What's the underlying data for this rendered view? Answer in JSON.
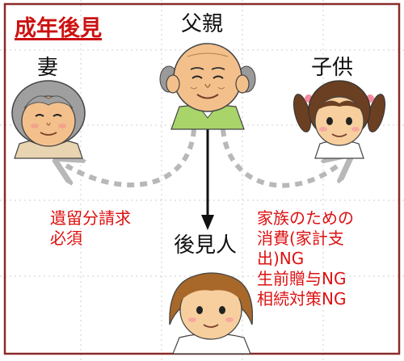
{
  "title": "成年後見",
  "people": {
    "father": "父親",
    "wife": "妻",
    "child": "子供",
    "guardian": "後見人"
  },
  "notes": {
    "left": [
      "遺留分請求",
      "必須"
    ],
    "right": [
      "家族のための",
      "消費(家計支",
      "出)NG",
      "生前贈与NG",
      "相続対策NG"
    ]
  },
  "colors": {
    "frame": "#8b2b2b",
    "title": "#cc1111",
    "note_text": "#dd1111",
    "dashed_arrow": "#b8b8b8",
    "solid_arrow": "#111111"
  }
}
